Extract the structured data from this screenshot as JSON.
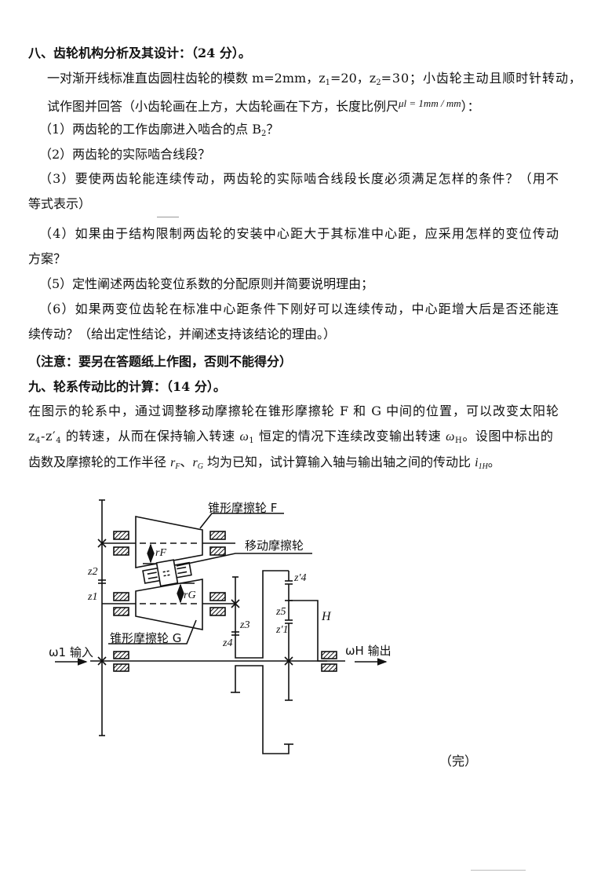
{
  "q8": {
    "title": "八、齿轮机构分析及其设计：（24 分）。",
    "intro_1a": "一对渐开线标准直齿圆柱齿轮的模数 m=2mm，z",
    "intro_1b": "1",
    "intro_1c": "=20，z",
    "intro_1d": "2",
    "intro_1e": "=30；小齿轮主动且顺时针转动，",
    "intro_2a": "试作图并回答（小齿轮画在上方，大齿轮画在下方，长度比例尺",
    "intro_2b": "μl = 1mm / mm",
    "intro_2c": "）：",
    "item1a": "（1）两齿轮的工作齿廓进入啮合的点 B",
    "item1b": "2",
    "item1c": "？",
    "item2": "（2）两齿轮的实际啮合线段？",
    "item3a": "（3）要使两齿轮能连续传动，两齿轮的实际啮合线段长度必须满足怎样的条件？（用不",
    "item3b": "等式表示）",
    "item4a": "（4）如果由于结构限制两齿轮的安装中心距大于其标准中心距，应采用怎样的变位传动",
    "item4b": "方案？",
    "item5": "（5）定性阐述两齿轮变位系数的分配原则并简要说明理由；",
    "item6a": "（6）如果两变位齿轮在标准中心距条件下刚好可以连续传动，中心距增大后是否还能连",
    "item6b": "续传动？（给出定性结论，并阐述支持该结论的理由。）",
    "note": "（注意：要另在答题纸上作图，否则不能得分）"
  },
  "q9": {
    "title": "九、轮系传动比的计算：（14 分）。",
    "p1": "在图示的轮系中，通过调整移动摩擦轮在锥形摩擦轮 F 和 G 中间的位置，可以改变太阳轮",
    "p2a": "z",
    "p2b": "4",
    "p2c": "-z′",
    "p2d": "4",
    "p2e": " 的转速，从而在保持输入转速 ",
    "p2f": "ω",
    "p2g": "1",
    "p2h": " 恒定的情况下连续改变输出转速 ",
    "p2i": "ω",
    "p2j": "H",
    "p2k": "。设图中标出的",
    "p3a": "齿数及摩擦轮的工作半径 ",
    "p3b": "r",
    "p3c": "F",
    "p3d": "、",
    "p3e": "r",
    "p3f": "G",
    "p3g": " 均为已知，试计算输入轴与输出轴之间的传动比 ",
    "p3h": "i",
    "p3i": "1H",
    "p3j": "。"
  },
  "diagram": {
    "label_F": "锥形摩擦轮 F",
    "label_moving": "移动摩擦轮",
    "label_G": "锥形摩擦轮 G",
    "rF": "rF",
    "rG": "rG",
    "z2": "z2",
    "z1": "z1",
    "z3": "z3",
    "z4": "z4",
    "z4p": "z′4",
    "z5": "z5",
    "z1p": "z′1",
    "H": "H",
    "input": "ω1 输入",
    "output": "ωH 输出"
  },
  "end_mark": "（完）"
}
